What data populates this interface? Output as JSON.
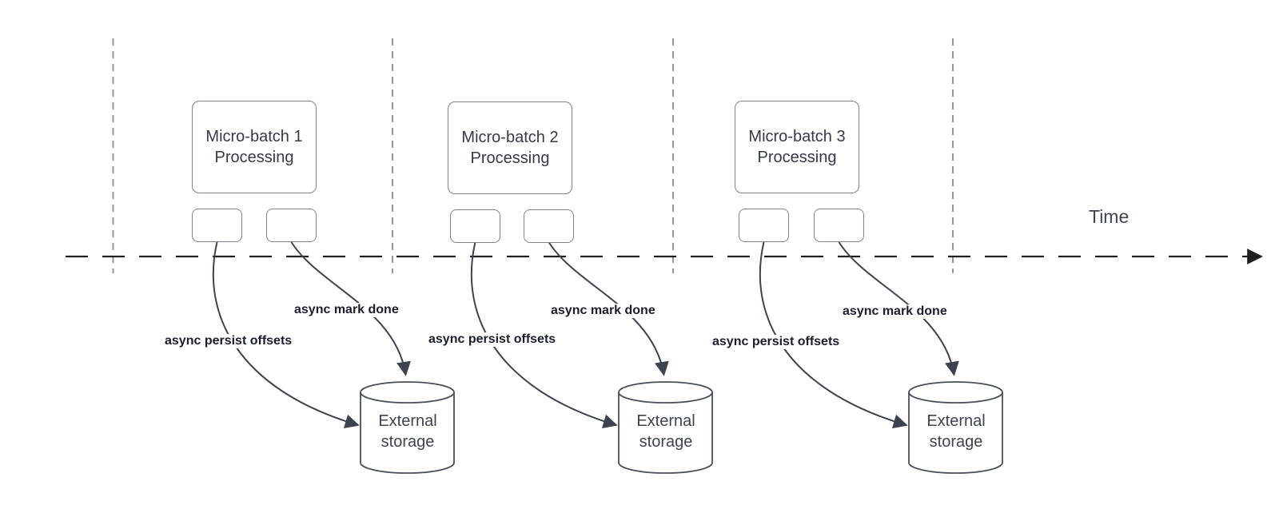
{
  "diagram": {
    "time_label": "Time",
    "groups": [
      {
        "box_line1": "Micro-batch 1",
        "box_line2": "Processing",
        "persist_label": "async persist offsets",
        "done_label": "async mark done",
        "storage_line1": "External",
        "storage_line2": "storage"
      },
      {
        "box_line1": "Micro-batch 2",
        "box_line2": "Processing",
        "persist_label": "async persist offsets",
        "done_label": "async mark done",
        "storage_line1": "External",
        "storage_line2": "storage"
      },
      {
        "box_line1": "Micro-batch 3",
        "box_line2": "Processing",
        "persist_label": "async persist offsets",
        "done_label": "async mark done",
        "storage_line1": "External",
        "storage_line2": "storage"
      }
    ],
    "colors": {
      "timeline": "#1f1f1f",
      "guide_line": "#97979b",
      "curve": "#3e4350",
      "box_border": "#7d828a",
      "cylinder_border": "#484e5a",
      "label_text": "#1b1f2d",
      "node_text": "#343a46"
    }
  }
}
